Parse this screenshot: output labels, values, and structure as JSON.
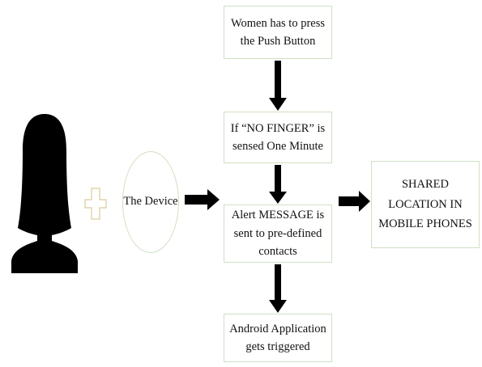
{
  "diagram": {
    "boxes": {
      "push_button": "Women has to press the Push Button",
      "no_finger": "If “NO FINGER” is sensed One Minute",
      "alert_message": "Alert MESSAGE is sent to pre-defined contacts",
      "android_app": "Android Application gets triggered",
      "shared_location": "SHARED LOCATION IN MOBILE PHONES"
    },
    "device_label": "The Device",
    "icons": [
      "woman-silhouette-icon",
      "plus-icon"
    ],
    "colors": {
      "border": "#cfe0c3",
      "arrow": "#000000",
      "silhouette": "#000000"
    }
  }
}
